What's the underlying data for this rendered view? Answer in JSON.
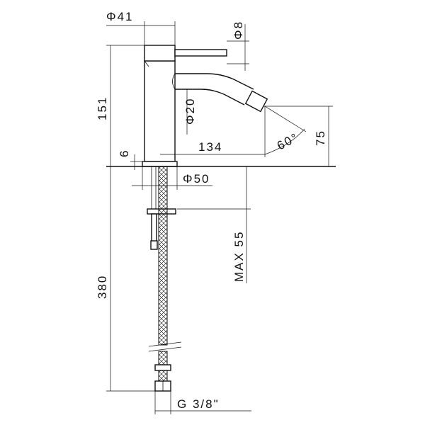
{
  "dimensions": {
    "spout_diameter": "Φ41",
    "lever_diameter": "Φ8",
    "height": "151",
    "nozzle_diameter": "Φ20",
    "angle": "60°",
    "reach": "134",
    "outlet_height": "75",
    "flange_thickness": "6",
    "base_diameter": "Φ50",
    "max_deck": "MAX 55",
    "hose_length": "380",
    "connection": "G  3/8\""
  }
}
